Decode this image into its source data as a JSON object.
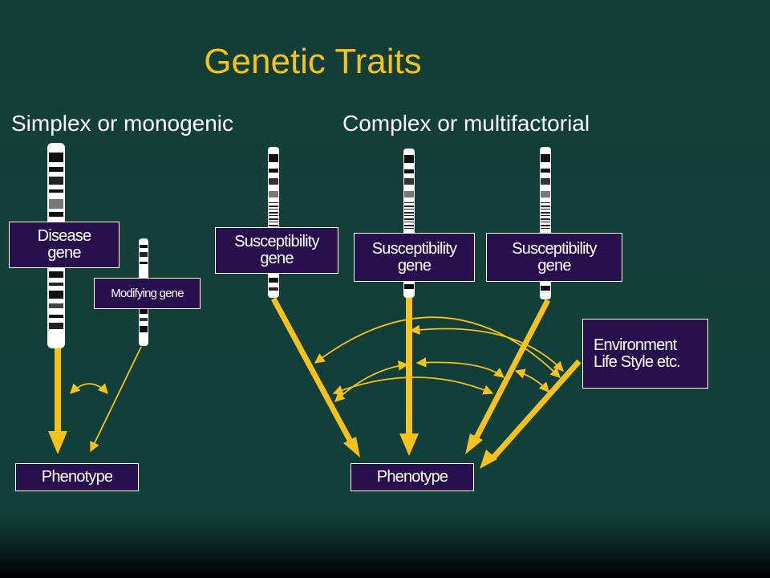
{
  "title": "Genetic Traits",
  "sections": {
    "left_heading": "Simplex or monogenic",
    "right_heading": "Complex or multifactorial"
  },
  "labels": {
    "disease_gene": "Disease\ngene",
    "modifying_gene": "Modifying gene",
    "susceptibility_gene": "Susceptibility\ngene",
    "environment": "Environment\nLife Style etc.",
    "phenotype": "Phenotype"
  },
  "colors": {
    "background": "#143d38",
    "title": "#f5c318",
    "box_fill": "#28104f",
    "arrow": "#f7c21a"
  }
}
